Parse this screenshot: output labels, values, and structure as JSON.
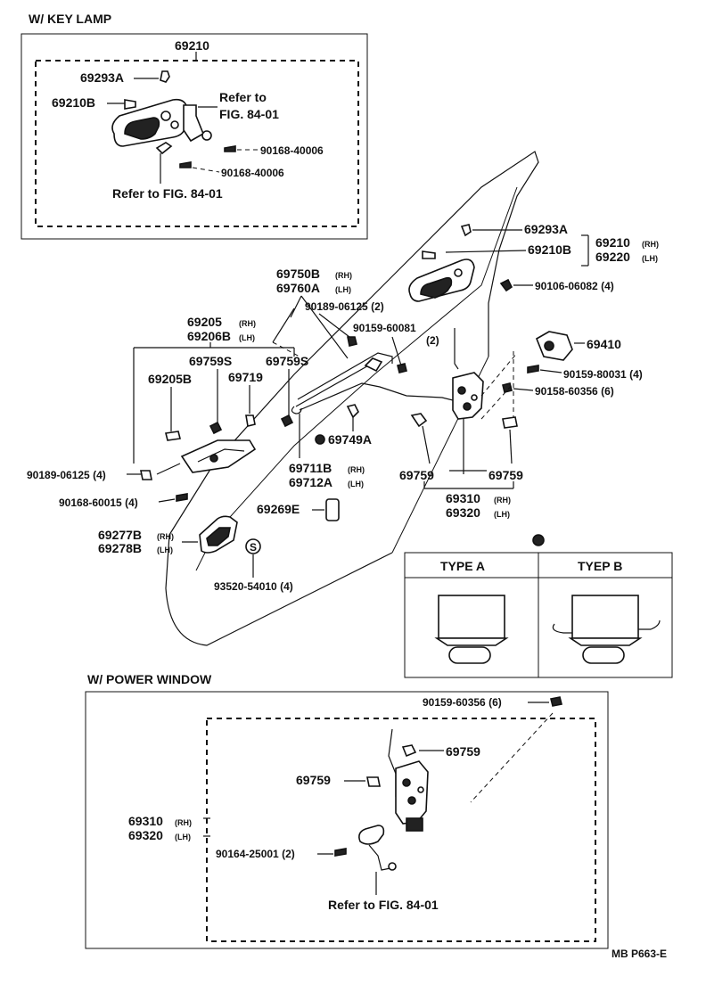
{
  "sections": {
    "key_lamp": "W/ KEY  LAMP",
    "power_window": "W/ POWER  WINDOW"
  },
  "key_lamp": {
    "assembly": "69210",
    "p1": "69293A",
    "p2": "69210B",
    "ref_line1": "Refer to",
    "ref_line2": "FIG. 84-01",
    "screw1": "90168-40006",
    "screw2": "90168-40006",
    "ref_bottom": "Refer to FIG. 84-01"
  },
  "main": {
    "p69293a": "69293A",
    "p69210b": "69210B",
    "p69210": "69210",
    "p69220": "69220",
    "p90106": "90106-06082 (4)",
    "p69750b": "69750B",
    "p69760a": "69760A",
    "p90189a": "90189-06125 (2)",
    "p90159": "90159-60081",
    "p90159_qty": "(2)",
    "p69410": "69410",
    "p90159b": "90159-80031 (4)",
    "p90158": "90158-60356 (6)",
    "p69205": "69205",
    "p69206b": "69206B",
    "p69759s_a": "69759S",
    "p69759s_b": "69759S",
    "p69205b": "69205B",
    "p69719": "69719",
    "p69749a": "69749A",
    "p69711b": "69711B",
    "p69712a": "69712A",
    "p69759_a": "69759",
    "p69759_b": "69759",
    "p69310": "69310",
    "p69320": "69320",
    "p90189b": "90189-06125 (4)",
    "p90168": "90168-60015 (4)",
    "p69269e": "69269E",
    "p69277b": "69277B",
    "p69278b": "69278B",
    "p93520": "93520-54010 (4)",
    "rh": "(RH)",
    "lh": "(LH)",
    "circle_letter": "S"
  },
  "types": {
    "a": "TYPE A",
    "b": "TYEP B"
  },
  "power": {
    "p90159": "90159-60356 (6)",
    "p69759_a": "69759",
    "p69759_b": "69759",
    "p69310": "69310",
    "p69320": "69320",
    "p90164": "90164-25001 (2)",
    "ref": "Refer to FIG. 84-01"
  },
  "footer": "MB P663-E"
}
